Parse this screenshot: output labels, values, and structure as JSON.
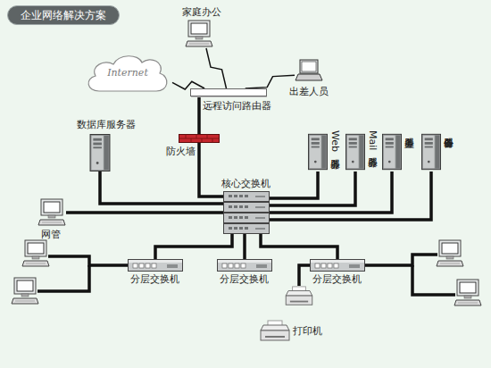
{
  "diagram": {
    "title": "企业网络解决方案",
    "nodes": [
      {
        "text": [
          "家庭办公"
        ]
      },
      {
        "text": [
          "Internet"
        ]
      },
      {
        "text": [
          "出差人员"
        ]
      },
      {
        "text": [
          "远程访问路由器"
        ]
      },
      {
        "text": [
          "数据库服务器"
        ]
      },
      {
        "text": [
          "防火墙"
        ]
      },
      {
        "text": [
          "Web服务器"
        ]
      },
      {
        "text": [
          "Mail服务器"
        ]
      },
      {
        "text": [
          "主服务器"
        ]
      },
      {
        "text": [
          "备份服务器"
        ]
      },
      {
        "text": [
          "核心交换机"
        ]
      },
      {
        "text": [
          "网管"
        ]
      },
      {
        "text": [
          "分层交换机"
        ]
      },
      {
        "text": [
          "分层交换机"
        ]
      },
      {
        "text": [
          "分层交换机"
        ]
      },
      {
        "text": [
          "打印机"
        ]
      }
    ],
    "edges": [
      {
        "from": 0,
        "to": 3,
        "arrow": "none"
      },
      {
        "from": 1,
        "to": 3,
        "arrow": "none"
      },
      {
        "from": 2,
        "to": 3,
        "arrow": "none"
      },
      {
        "from": 3,
        "to": 5,
        "arrow": "none"
      },
      {
        "from": 5,
        "to": 10,
        "arrow": "none"
      },
      {
        "from": 4,
        "to": 10,
        "arrow": "none"
      },
      {
        "from": 6,
        "to": 10,
        "arrow": "none"
      },
      {
        "from": 7,
        "to": 10,
        "arrow": "none"
      },
      {
        "from": 8,
        "to": 10,
        "arrow": "none"
      },
      {
        "from": 9,
        "to": 10,
        "arrow": "none"
      },
      {
        "from": 11,
        "to": 10,
        "arrow": "none"
      },
      {
        "from": 10,
        "to": 12,
        "arrow": "none"
      },
      {
        "from": 10,
        "to": 13,
        "arrow": "none"
      },
      {
        "from": 10,
        "to": 14,
        "arrow": "none"
      },
      {
        "from": 14,
        "to": 15,
        "arrow": "none"
      }
    ]
  }
}
